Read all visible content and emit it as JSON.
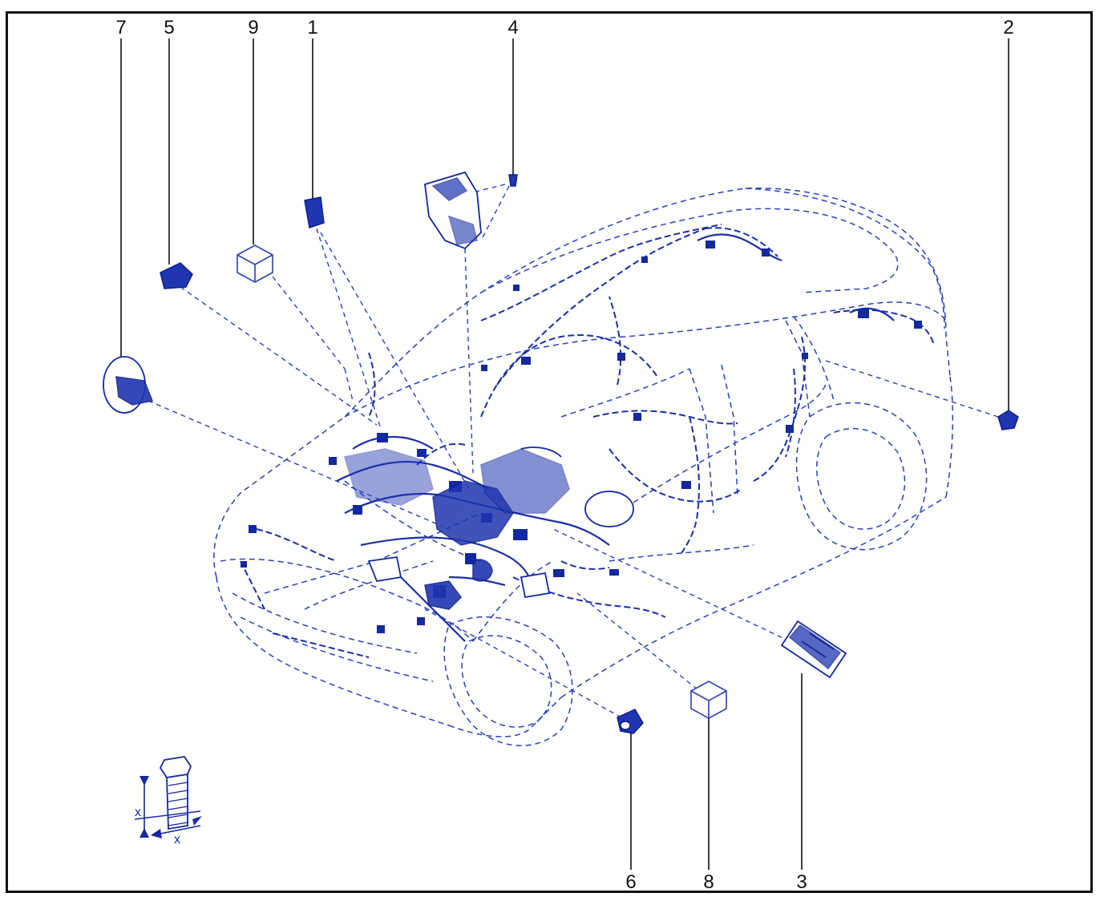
{
  "callouts": [
    {
      "id": "7",
      "label": "7"
    },
    {
      "id": "5",
      "label": "5"
    },
    {
      "id": "9",
      "label": "9"
    },
    {
      "id": "1",
      "label": "1"
    },
    {
      "id": "4",
      "label": "4"
    },
    {
      "id": "2",
      "label": "2"
    },
    {
      "id": "6",
      "label": "6"
    },
    {
      "id": "8",
      "label": "8"
    },
    {
      "id": "3",
      "label": "3"
    }
  ],
  "torque_symbol": {
    "dimension_label_vertical": "x",
    "dimension_label_horizontal": "x"
  },
  "colors": {
    "line": "#2a40b8",
    "part": "#1428a0",
    "frame": "#111111",
    "text": "#111111"
  }
}
